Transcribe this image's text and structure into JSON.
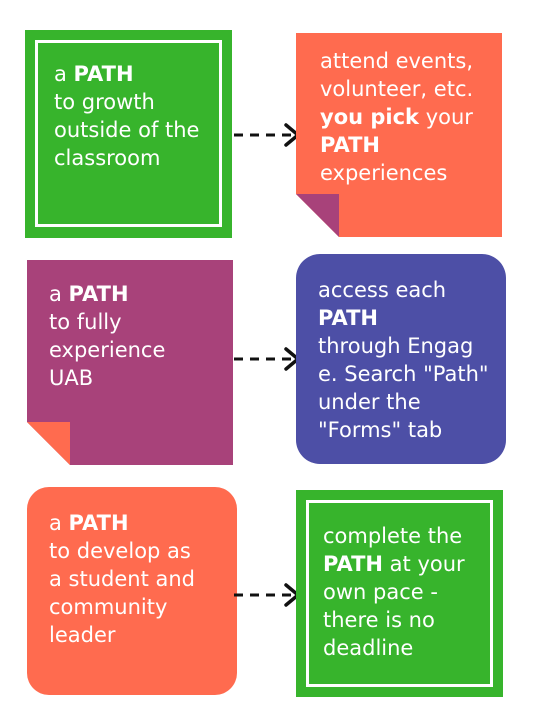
{
  "colors": {
    "green": "#37b42c",
    "orange": "#ff6b4f",
    "purple": "#a8427a",
    "blue": "#4d4fa6",
    "white": "#ffffff"
  },
  "row1": {
    "left": {
      "l1a": "a ",
      "l1b": "PATH",
      "l2": "to growth",
      "l3": "outside of the",
      "l4": "classroom"
    },
    "right": {
      "l1": "attend events,",
      "l2": "volunteer, etc.",
      "l3a": "you pick",
      "l3b": " your",
      "l4": "PATH",
      "l5": "experiences"
    }
  },
  "row2": {
    "left": {
      "l1a": "a ",
      "l1b": "PATH",
      "l2": "to fully",
      "l3": "experience",
      "l4": "UAB"
    },
    "right": {
      "l1": "access each",
      "l2": "PATH",
      "l3": "through Engag",
      "l4": "e. Search \"Path\"",
      "l5": "under the",
      "l6": "\"Forms\" tab"
    }
  },
  "row3": {
    "left": {
      "l1a": "a ",
      "l1b": "PATH",
      "l2": "to develop as",
      "l3": "a student and",
      "l4": "community",
      "l5": "leader"
    },
    "right": {
      "l1": "complete the",
      "l2a": "PATH",
      "l2b": " at your",
      "l3": "own pace -",
      "l4": "there is no",
      "l5": "deadline"
    }
  }
}
